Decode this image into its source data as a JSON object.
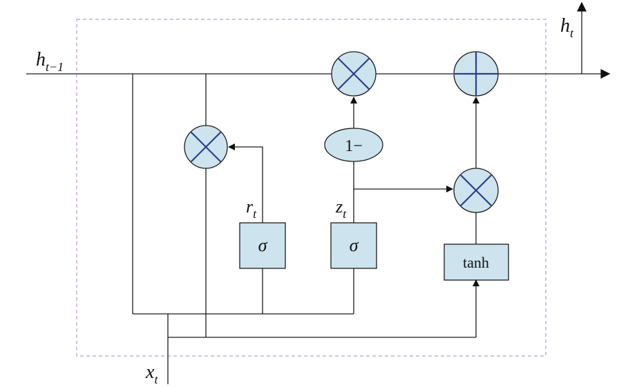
{
  "diagram": {
    "labels": {
      "h_prev_base": "h",
      "h_prev_sub": "t−1",
      "h_out_base": "h",
      "h_out_sub": "t",
      "x_base": "x",
      "x_sub": "t",
      "r_base": "r",
      "r_sub": "t",
      "z_base": "z",
      "z_sub": "t"
    },
    "nodes": {
      "sigma_reset": "σ",
      "sigma_update": "σ",
      "tanh_box": "tanh",
      "one_minus": "1−"
    },
    "colors": {
      "node_fill": "#cde3ee",
      "operator_mark": "#2b3f8c",
      "frame": "#b89ad0",
      "wire": "#1a1a1a"
    }
  }
}
